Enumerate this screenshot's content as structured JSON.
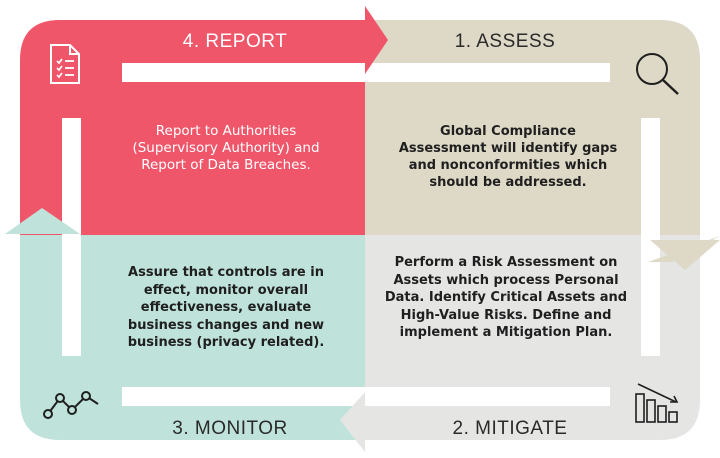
{
  "colors": {
    "report": "#F0566A",
    "assess": "#DED9C6",
    "mitigate": "#E5E6E4",
    "monitor": "#BFE3DA",
    "white": "#FFFFFF"
  },
  "steps": {
    "report": {
      "title": "4. REPORT",
      "text": "Report to Authorities (Supervisory Authority) and Report of Data Breaches.",
      "icon": "document-checklist-icon"
    },
    "assess": {
      "title": "1. ASSESS",
      "text": "Global Compliance Assessment will identify gaps and nonconformities which should be addressed.",
      "icon": "magnifier-icon"
    },
    "mitigate": {
      "title": "2. MITIGATE",
      "text": "Perform a Risk Assessment on Assets which process Personal Data. Identify Critical Assets and High-Value Risks. Define and implement a Mitigation Plan.",
      "icon": "declining-bar-chart-icon"
    },
    "monitor": {
      "title": "3. MONITOR",
      "text": "Assure that controls are in effect, monitor overall effectiveness, evaluate business changes and new business (privacy related).",
      "icon": "line-graph-nodes-icon"
    }
  }
}
